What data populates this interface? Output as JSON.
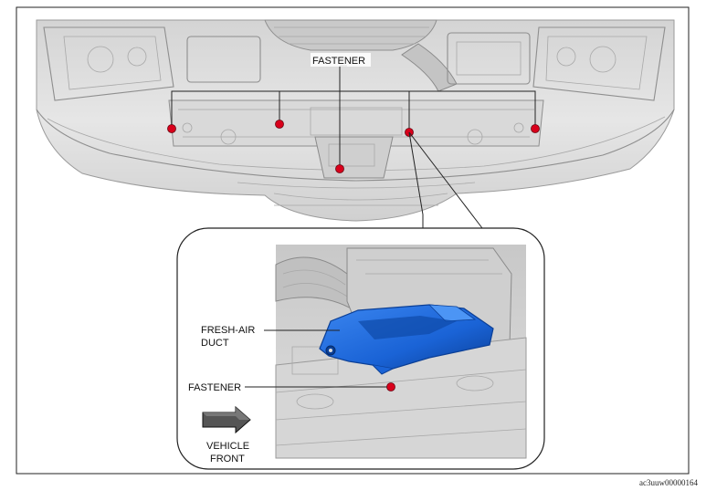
{
  "labels": {
    "fastener_top": "FASTENER",
    "duct_line1": "FRESH-AIR",
    "duct_line2": "DUCT",
    "fastener_detail": "FASTENER",
    "front_line1": "VEHICLE",
    "front_line2": "FRONT"
  },
  "figure_code": "ac3uuw00000164",
  "colors": {
    "fastener": "#d9001b",
    "duct": "#1a63d6",
    "duct_dark": "#0b3f96",
    "engine_gray": "#dcdcdc",
    "frame": "#222222"
  },
  "icons": {
    "fastener_marker": "red-dot-icon",
    "front_arrow": "arrow-right-icon"
  }
}
